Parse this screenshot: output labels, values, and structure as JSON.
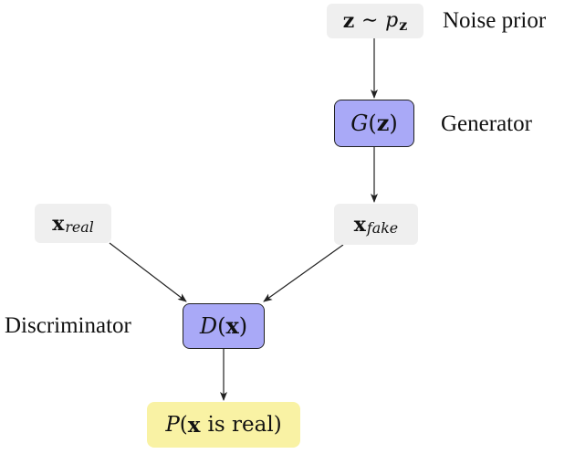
{
  "nodes": {
    "noise": {
      "var": "z",
      "op": "∼",
      "dist": "p",
      "dist_sub": "z"
    },
    "generator": {
      "fn": "G",
      "open": "(",
      "arg": "z",
      "close": ")"
    },
    "x_real": {
      "var": "x",
      "sub": "real"
    },
    "x_fake": {
      "var": "x",
      "sub": "fake"
    },
    "discriminator": {
      "fn": "D",
      "open": "(",
      "arg": "x",
      "close": ")"
    },
    "output": {
      "fn": "P",
      "open": "(",
      "arg": "x",
      "text": "is real",
      "close": ")"
    }
  },
  "labels": {
    "noise_prior": "Noise prior",
    "generator": "Generator",
    "discriminator": "Discriminator"
  },
  "colors": {
    "gray_node": "#efefef",
    "blue_node": "#a9a9f7",
    "yellow_node": "#f9f2a4",
    "edge": "#222222"
  }
}
